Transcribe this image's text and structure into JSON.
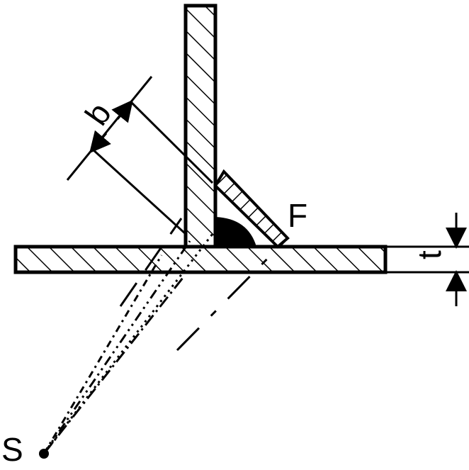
{
  "diagram": {
    "labels": {
      "b": "b",
      "f": "F",
      "t": "t",
      "s": "S"
    },
    "colors": {
      "ink": "#000000",
      "paper": "#ffffff"
    }
  }
}
